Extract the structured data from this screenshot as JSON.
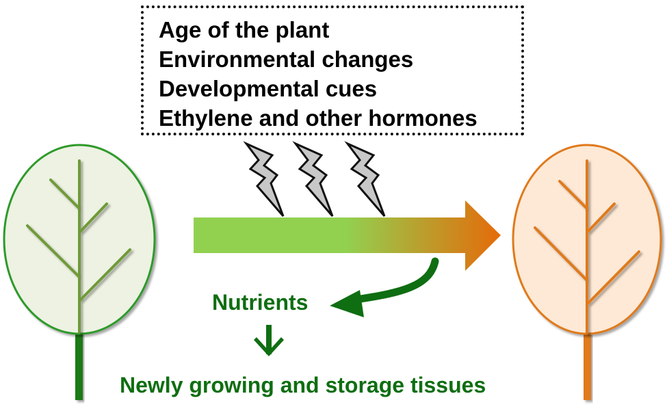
{
  "factors": {
    "items": [
      "Age of the plant",
      "Environmental changes",
      "Developmental cues",
      "Ethylene and other hormones"
    ]
  },
  "labels": {
    "nutrients": "Nutrients",
    "tissues": "Newly growing and storage tissues"
  },
  "colors": {
    "green_leaf_fill": "#edf2e3",
    "green_leaf_outline": "#2e9a2a",
    "green_vein": "#6f9a38",
    "green_stem": "#1a7a12",
    "orange_leaf_fill": "#fde9d6",
    "orange_leaf_outline": "#e07a1c",
    "orange_vein": "#e07a1c",
    "orange_stem": "#e07a1c",
    "arrow_start": "#92d050",
    "arrow_end": "#e46c0a",
    "label_green": "#0f6e12",
    "bolt_fill": "#c8c8c8"
  },
  "icons": {
    "left_leaf": "green-leaf-icon",
    "right_leaf": "orange-leaf-icon",
    "bolt": "lightning-bolt-icon"
  }
}
